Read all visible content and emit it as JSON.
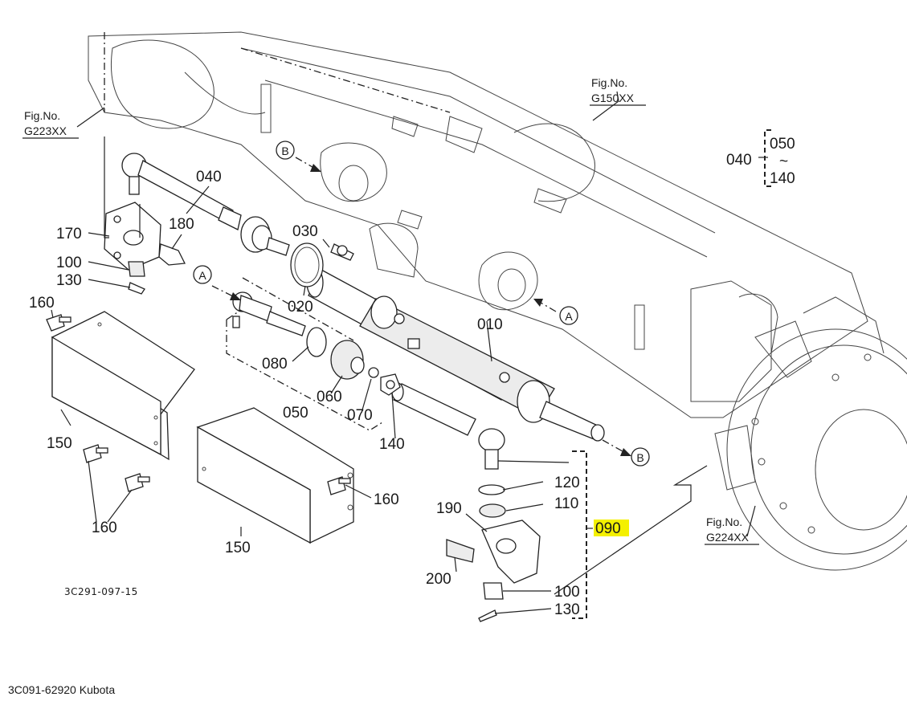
{
  "diagram": {
    "drawing_code": "3C291-097-15",
    "caption": "3C091-62920 Kubota",
    "highlight_color": "#f4f000",
    "figure_refs": [
      {
        "label": "Fig.No.",
        "code": "G223XX"
      },
      {
        "label": "Fig.No.",
        "code": "G150XX"
      },
      {
        "label": "Fig.No.",
        "code": "G224XX"
      }
    ],
    "callouts": [
      {
        "id": "040"
      },
      {
        "id": "170"
      },
      {
        "id": "180"
      },
      {
        "id": "100"
      },
      {
        "id": "130"
      },
      {
        "id": "030"
      },
      {
        "id": "020"
      },
      {
        "id": "010"
      },
      {
        "id": "160"
      },
      {
        "id": "080"
      },
      {
        "id": "060"
      },
      {
        "id": "070"
      },
      {
        "id": "050"
      },
      {
        "id": "140"
      },
      {
        "id": "150"
      },
      {
        "id": "150"
      },
      {
        "id": "160"
      },
      {
        "id": "160"
      },
      {
        "id": "120"
      },
      {
        "id": "110"
      },
      {
        "id": "190"
      },
      {
        "id": "090"
      },
      {
        "id": "200"
      },
      {
        "id": "100"
      },
      {
        "id": "130"
      }
    ],
    "range_callout": {
      "main": "040",
      "from": "050",
      "tilde": "~",
      "to": "140"
    },
    "section_markers": {
      "a": "A",
      "b": "B"
    }
  }
}
